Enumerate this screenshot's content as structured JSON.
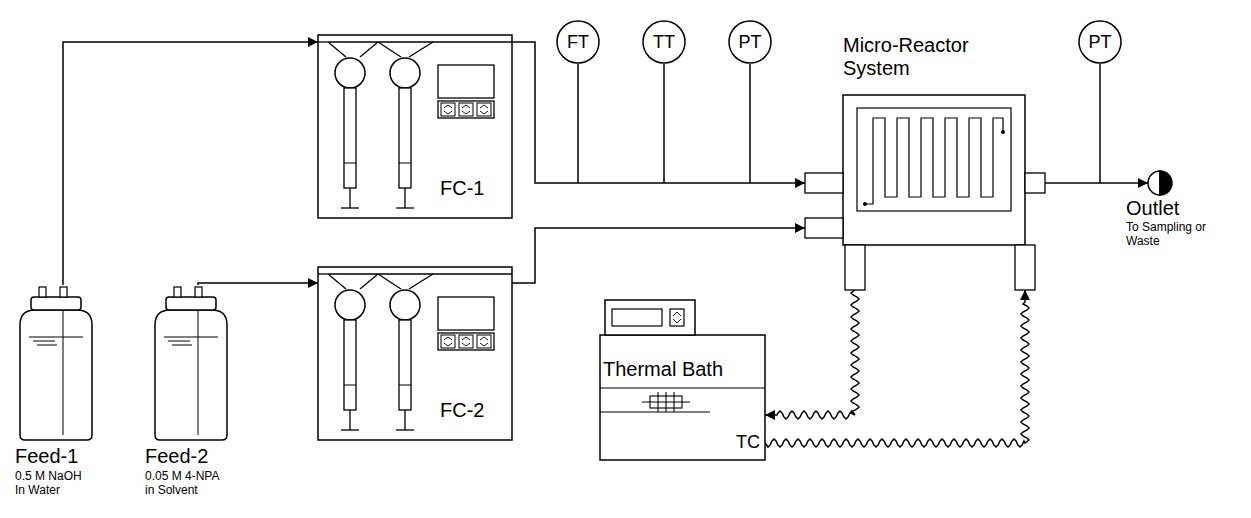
{
  "diagram": {
    "nodes": [
      {
        "text": [
          "Feed-1",
          "0.5 M NaOH In Water"
        ]
      },
      {
        "text": [
          "Feed-2",
          "0.05 M 4-NPA in Solvent"
        ]
      },
      {
        "text": [
          "FC-1"
        ]
      },
      {
        "text": [
          "FC-2"
        ]
      },
      {
        "text": [
          "FT"
        ]
      },
      {
        "text": [
          "TT"
        ]
      },
      {
        "text": [
          "PT"
        ]
      },
      {
        "text": [
          "Micro-Reactor System"
        ]
      },
      {
        "text": [
          "PT"
        ]
      },
      {
        "text": [
          "Thermal Bath",
          "TC"
        ]
      },
      {
        "text": [
          "Outlet",
          "To Sampling or Waste"
        ]
      }
    ],
    "edges": [
      {
        "from": 0,
        "to": 2,
        "arrow": "to"
      },
      {
        "from": 1,
        "to": 3,
        "arrow": "to"
      },
      {
        "from": 2,
        "to": 7,
        "arrow": "to"
      },
      {
        "from": 3,
        "to": 7,
        "arrow": "to"
      },
      {
        "from": 7,
        "to": 10,
        "arrow": "to"
      },
      {
        "from": 7,
        "to": 9,
        "arrow": "to"
      },
      {
        "from": 9,
        "to": 7,
        "arrow": "to"
      }
    ]
  }
}
